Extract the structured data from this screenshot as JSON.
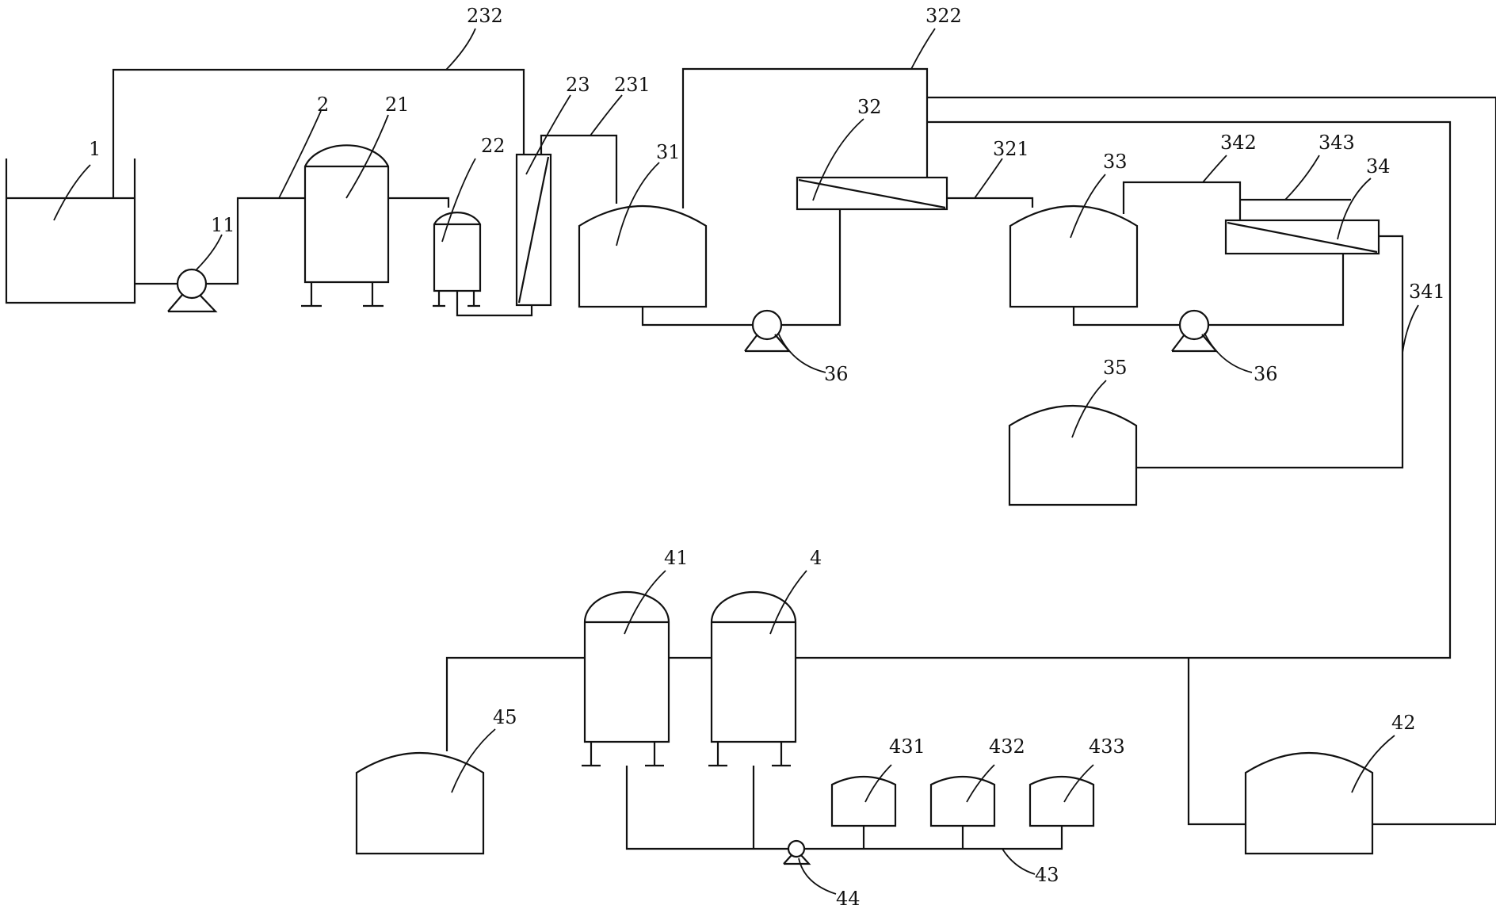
{
  "labels": {
    "tank_1": "1",
    "pump_11": "11",
    "pipe_2": "2",
    "vessel_21": "21",
    "vessel_22": "22",
    "column_23": "23",
    "pipe_231": "231",
    "pipe_232": "232",
    "tank_31": "31",
    "exchanger_32": "32",
    "pipe_321": "321",
    "pipe_322": "322",
    "tank_33": "33",
    "exchanger_34": "34",
    "pipe_341": "341",
    "pipe_342": "342",
    "pipe_343": "343",
    "tank_35": "35",
    "pump_36_left": "36",
    "pump_36_right": "36",
    "vessel_41": "41",
    "vessel_4": "4",
    "tank_42": "42",
    "pipe_43": "43",
    "tank_431": "431",
    "tank_432": "432",
    "tank_433": "433",
    "pump_44": "44",
    "tank_45": "45"
  }
}
